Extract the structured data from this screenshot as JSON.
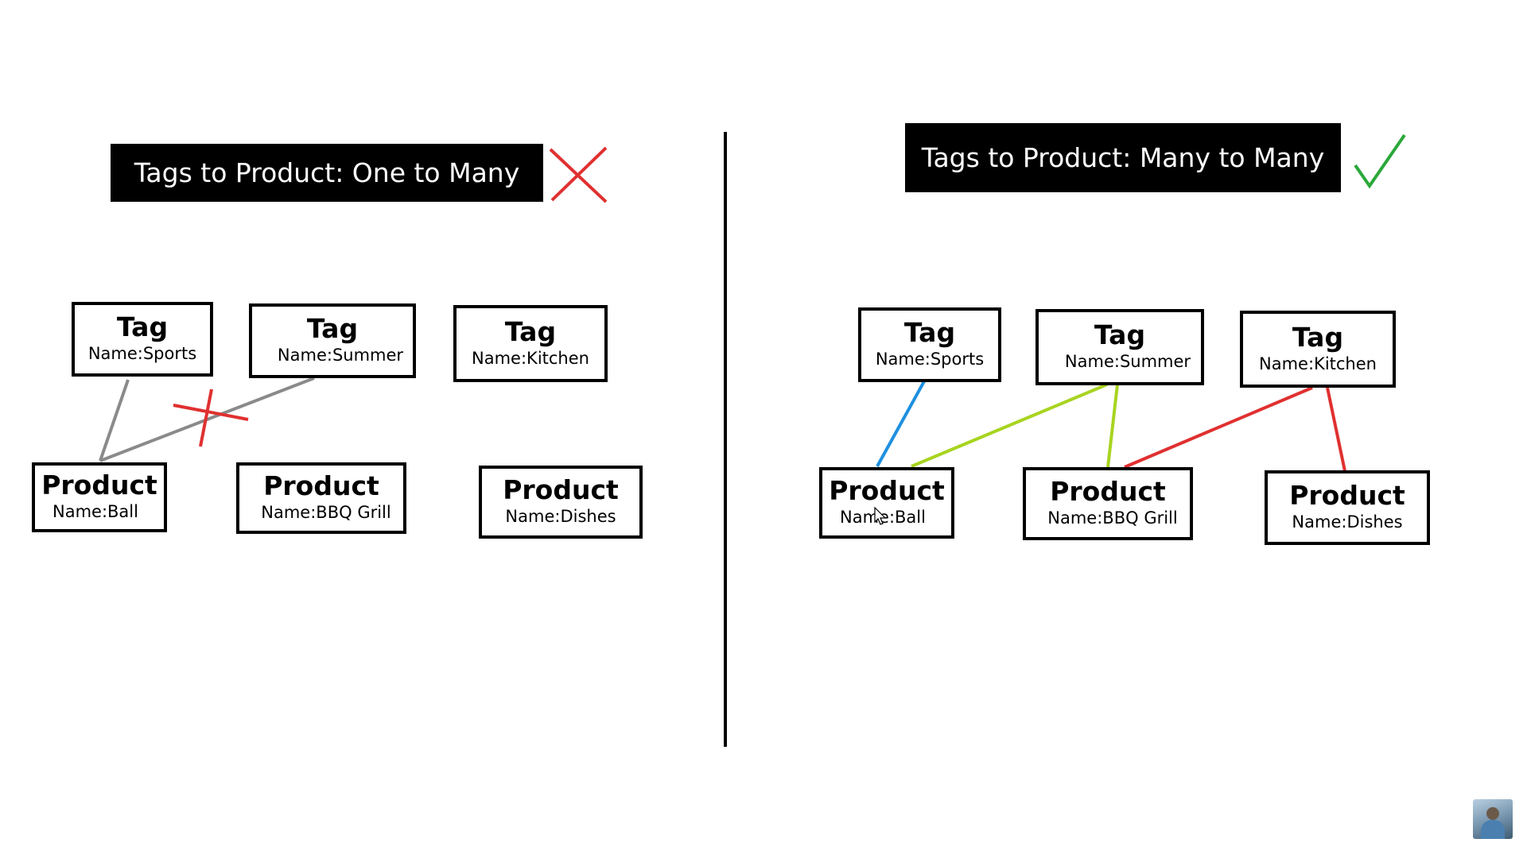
{
  "left_panel": {
    "banner": "Tags to Product: One to Many",
    "verdict_icon": "red-x-icon",
    "tags": [
      {
        "title": "Tag",
        "name": "Name:Sports"
      },
      {
        "title": "Tag",
        "name": "Name:Summer"
      },
      {
        "title": "Tag",
        "name": "Name:Kitchen"
      }
    ],
    "products": [
      {
        "title": "Product",
        "name": "Name:Ball"
      },
      {
        "title": "Product",
        "name": "Name:BBQ Grill"
      },
      {
        "title": "Product",
        "name": "Name:Dishes"
      }
    ],
    "links": [
      {
        "tag": "Name:Sports",
        "product": "Name:Ball",
        "color": "#8a8a8a",
        "status": "allowed"
      },
      {
        "tag": "Name:Summer",
        "product": "Name:Ball",
        "color": "#8a8a8a",
        "status": "crossed-out"
      }
    ],
    "crossout_color": "#e03030"
  },
  "right_panel": {
    "banner": "Tags to Product: Many to Many",
    "verdict_icon": "green-check-icon",
    "tags": [
      {
        "title": "Tag",
        "name": "Name:Sports"
      },
      {
        "title": "Tag",
        "name": "Name:Summer"
      },
      {
        "title": "Tag",
        "name": "Name:Kitchen"
      }
    ],
    "products": [
      {
        "title": "Product",
        "name": "Name:Ball"
      },
      {
        "title": "Product",
        "name": "Name:BBQ Grill"
      },
      {
        "title": "Product",
        "name": "Name:Dishes"
      }
    ],
    "links": [
      {
        "tag": "Name:Sports",
        "product": "Name:Ball",
        "color": "#1e90e0"
      },
      {
        "tag": "Name:Summer",
        "product": "Name:Ball",
        "color": "#a8d420"
      },
      {
        "tag": "Name:Summer",
        "product": "Name:BBQ Grill",
        "color": "#a8d420"
      },
      {
        "tag": "Name:Kitchen",
        "product": "Name:BBQ Grill",
        "color": "#e03030"
      },
      {
        "tag": "Name:Kitchen",
        "product": "Name:Dishes",
        "color": "#e03030"
      }
    ]
  },
  "colors": {
    "banner_bg": "#000000",
    "banner_text": "#ffffff",
    "box_border": "#000000",
    "x_mark": "#e03030",
    "check_mark": "#2aa83a"
  },
  "presenter_avatar": "presenter-avatar"
}
